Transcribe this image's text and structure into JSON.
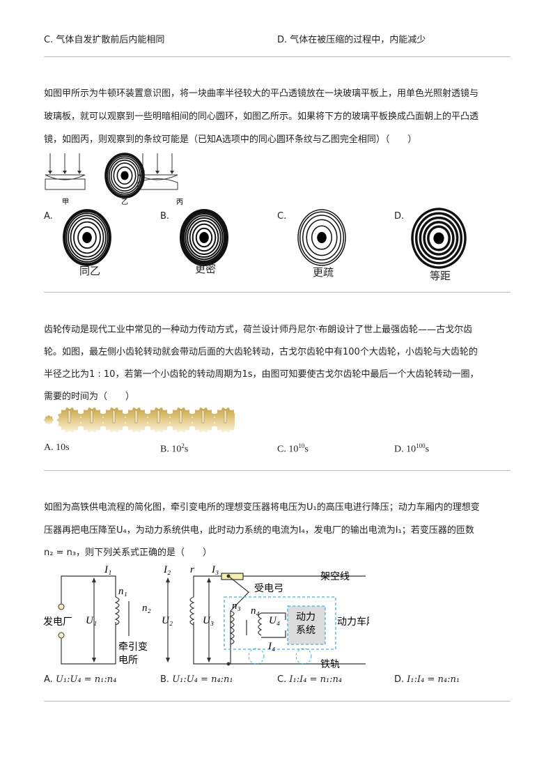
{
  "prev_options": {
    "c": "C. 气体自发扩散前后内能相同",
    "d": "D. 气体在被压缩的过程中，内能减少"
  },
  "q1": {
    "lines": [
      "如图甲所示为牛顿环装置意识图，将一块曲率半径较大的平凸透镜放在一块玻璃平板上，用单色光照射透镜与",
      "玻璃板，就可以观察到一些明暗相间的同心圆环，如图乙所示。如果将下方的玻璃平板换成凸面朝上的平凸透",
      "镜，如图丙，则观察到的条纹可能是（已知A选项中的同心圆环条纹与乙图完全相同）（　　）"
    ],
    "figure_labels": [
      "甲",
      "乙",
      "丙"
    ],
    "options": [
      {
        "letter": "A.",
        "caption": "同乙"
      },
      {
        "letter": "B.",
        "caption": "更密"
      },
      {
        "letter": "C.",
        "caption": "更疏"
      },
      {
        "letter": "D.",
        "caption": "等距"
      }
    ]
  },
  "q2": {
    "lines": [
      "齿轮传动是现代工业中常见的一种动力传动方式，荷兰设计师丹尼尔·布朗设计了世上最强齿轮——古戈尔齿",
      "轮。如图，最左侧小齿轮转动就会带动后面的大齿轮转动，古戈尔齿轮中有100个大齿轮，小齿轮与大齿轮的",
      "半径之比为1 : 10，若第一个小齿轮的转动周期为1s，由图可知要使古戈尔齿轮中最后一个大齿轮转动一圈，",
      "需要的时间为（　　）"
    ],
    "options": [
      {
        "letter": "A.",
        "base": "10s",
        "exp": ""
      },
      {
        "letter": "B.",
        "base": "10",
        "exp": "2",
        "unit": "s"
      },
      {
        "letter": "C.",
        "base": "10",
        "exp": "10",
        "unit": "s"
      },
      {
        "letter": "D.",
        "base": "10",
        "exp": "100",
        "unit": "s"
      }
    ]
  },
  "q3": {
    "lines": [
      "如图为高铁供电流程的简化图，牵引变电所的理想变压器将电压为U₁的高压电进行降压；动力车厢内的理想变",
      "压器再把电压降至U₄，为动力系统供电，此时动力系统的电流为I₄，发电厂的输出电流为I₁；若变压器的匝数",
      "n₂ = n₃，则下列关系式正确的是（　　）"
    ],
    "circuit": {
      "I1": "I₁",
      "I2": "I₂",
      "I3": "I₃",
      "I4": "I₄",
      "r": "r",
      "U1": "U₁",
      "U2": "U₂",
      "U3": "U₃",
      "U4": "U₄",
      "n1": "n₁",
      "n2": "n₂",
      "n3": "n₃",
      "n4": "n₄",
      "plant": "发电厂",
      "substation1": "牵引变",
      "substation2": "电所",
      "pantograph": "受电弓",
      "overhead": "架空线",
      "car": "动力车厢",
      "system1": "动力",
      "system2": "系统",
      "rail": "铁轨"
    },
    "options": [
      {
        "letter": "A.",
        "formula": "U₁:U₄ = n₁:n₄"
      },
      {
        "letter": "B.",
        "formula": "U₁:U₄ = n₄:n₁"
      },
      {
        "letter": "C.",
        "formula": "I₁:I₄ = n₁:n₄"
      },
      {
        "letter": "D.",
        "formula": "I₁:I₄ = n₄:n₁"
      }
    ]
  }
}
